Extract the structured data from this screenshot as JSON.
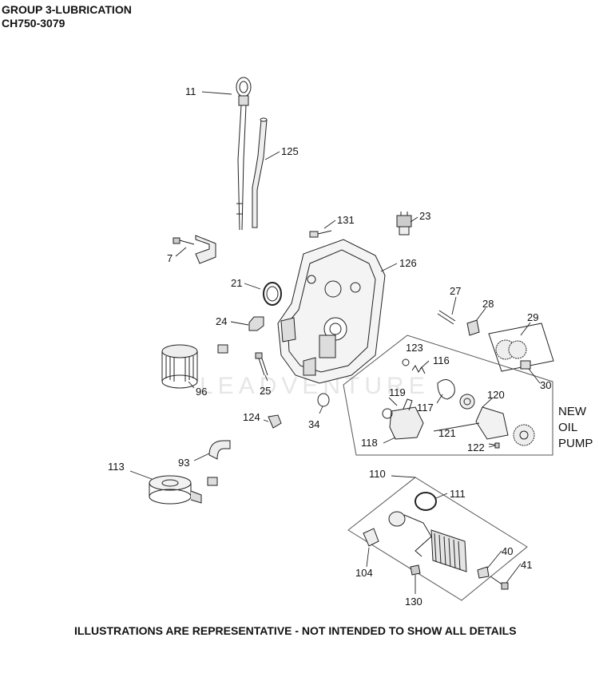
{
  "header": {
    "title": "GROUP 3-LUBRICATION",
    "model": "CH750-3079"
  },
  "watermark": "LEADVENTURE",
  "callouts": {
    "c11": "11",
    "c125": "125",
    "c131": "131",
    "c23": "23",
    "c7": "7",
    "c126": "126",
    "c21": "21",
    "c27": "27",
    "c28": "28",
    "c29": "29",
    "c24": "24",
    "c123": "123",
    "c116": "116",
    "c30": "30",
    "c96": "96",
    "c25": "25",
    "c119": "119",
    "c120": "120",
    "c117": "117",
    "c124": "124",
    "c34": "34",
    "c121": "121",
    "c122": "122",
    "c118": "118",
    "c93": "93",
    "c113": "113",
    "c110": "110",
    "c111": "111",
    "c104": "104",
    "c40": "40",
    "c41": "41",
    "c130": "130"
  },
  "new_oil_pump": [
    "NEW",
    "OIL",
    "PUMP"
  ],
  "footer_note": "ILLUSTRATIONS ARE REPRESENTATIVE - NOT INTENDED TO SHOW ALL DETAILS"
}
